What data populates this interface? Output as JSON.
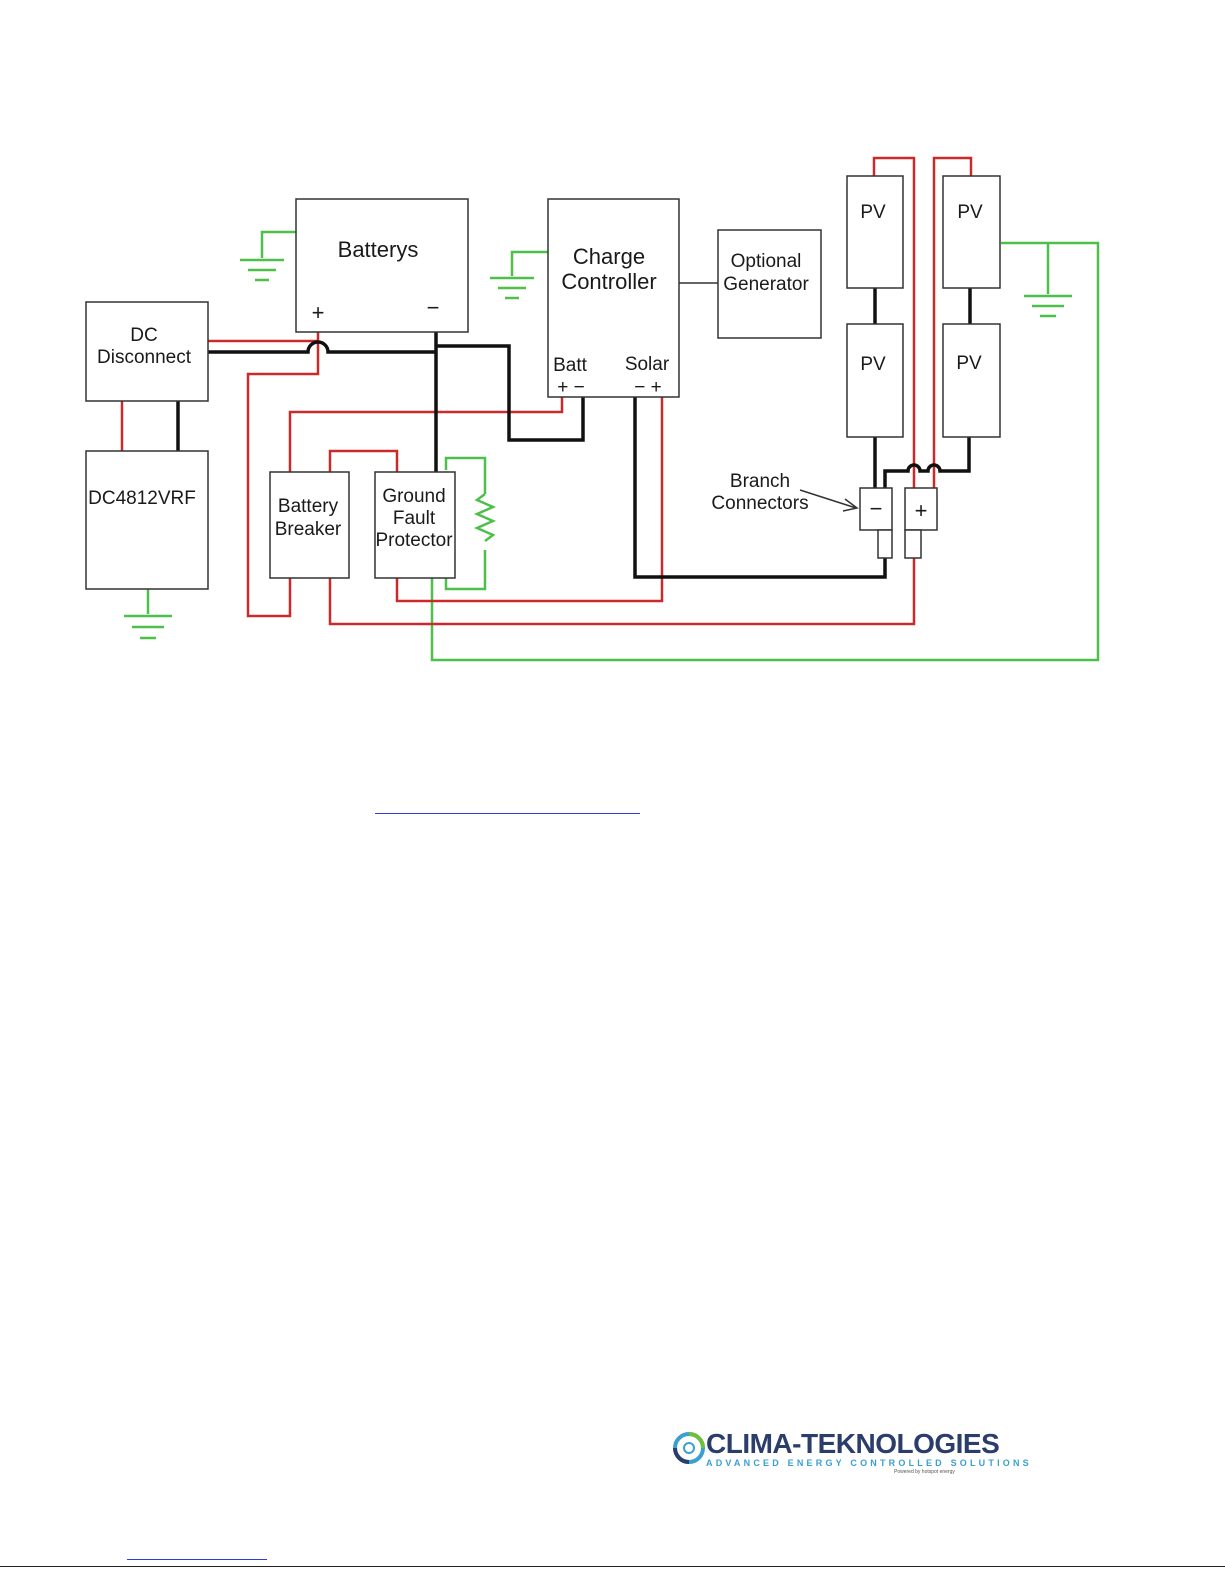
{
  "diagram": {
    "batteries": "Batterys",
    "battery_plus": "+",
    "battery_minus": "−",
    "charge_controller": [
      "Charge",
      "Controller"
    ],
    "cc_batt": "Batt",
    "cc_batt_terms": "+ −",
    "cc_solar": "Solar",
    "cc_solar_terms": "−  +",
    "generator": [
      "Optional",
      "Generator"
    ],
    "dc_disconnect": [
      "DC",
      "Disconnect"
    ],
    "load": "DC4812VRF",
    "battery_breaker": [
      "Battery",
      "Breaker"
    ],
    "gfp": [
      "Ground",
      "Fault",
      "Protector"
    ],
    "pv": [
      "PV",
      "PV",
      "PV",
      "PV"
    ],
    "branch_connectors": [
      "Branch",
      "Connectors"
    ],
    "branch_minus": "−",
    "branch_plus": "+"
  },
  "logo": {
    "name": "CLIMA-TEKNOLOGIES",
    "tagline": "ADVANCED ENERGY CONTROLLED SOLUTIONS",
    "credit": "Powered by hotspot energy",
    "colors": {
      "primary": "#2b3d6b",
      "accent": "#3aa0d0"
    }
  },
  "colors": {
    "positive": "#cc2a2a",
    "negative": "#111111",
    "ground": "#4dc04a"
  }
}
